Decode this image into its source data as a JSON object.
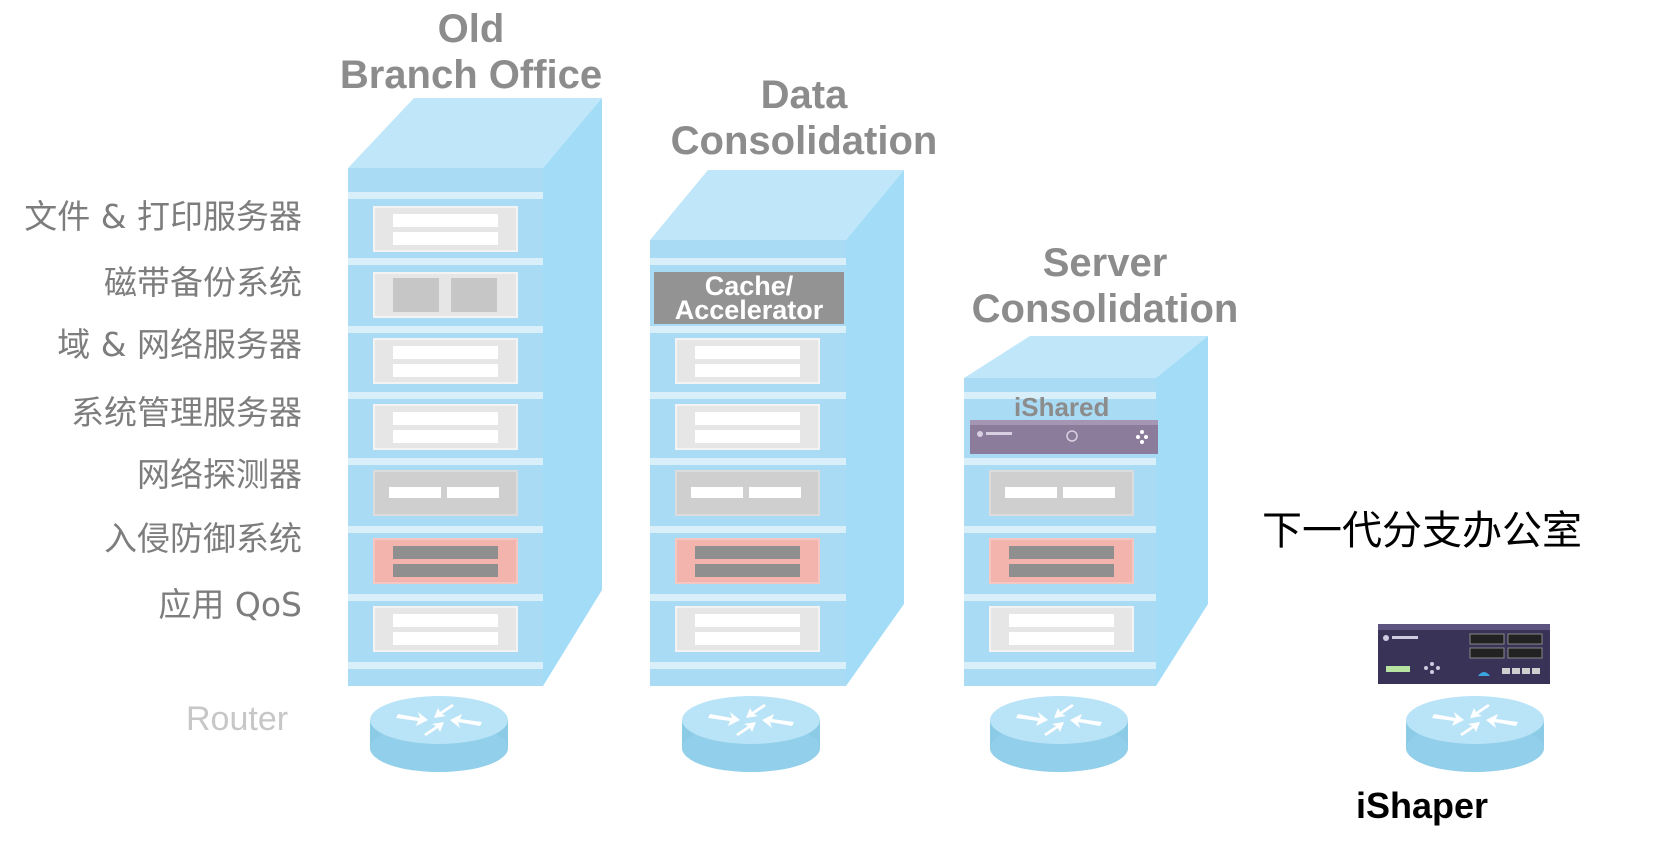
{
  "row_labels": [
    "文件 & 打印服务器",
    "磁带备份系统",
    "域 & 网络服务器",
    "系统管理服务器",
    "网络探测器",
    "入侵防御系统",
    "应用 QoS"
  ],
  "router_label": "Router",
  "columns": {
    "old_branch": {
      "title_line1": "Old",
      "title_line2": "Branch Office"
    },
    "data_consolidation": {
      "title_line1": "Data",
      "title_line2": "Consolidation",
      "cache_line1": "Cache/",
      "cache_line2": "Accelerator"
    },
    "server_consolidation": {
      "title_line1": "Server",
      "title_line2": "Consolidation",
      "ishared_label": "iShared"
    }
  },
  "next_gen_label": "下一代分支办公室",
  "ishaper_label": "iShaper",
  "colors": {
    "rack": "#a9dbf5",
    "rack_top": "#bfe6f9",
    "rack_side": "#a2dcf7",
    "title_gray": "#8c8c8c",
    "ips_pink": "#f3b4ad",
    "cache_gray": "#939393"
  }
}
